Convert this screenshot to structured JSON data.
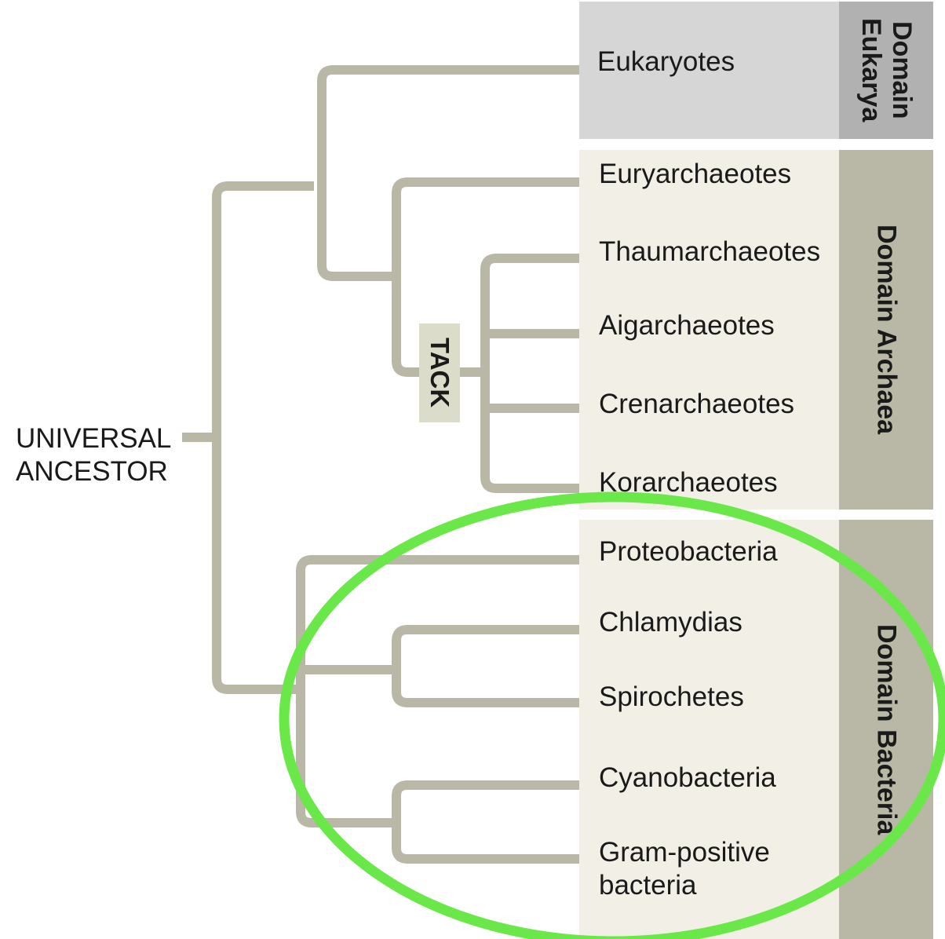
{
  "root_label": [
    "UNIVERSAL",
    "ANCESTOR"
  ],
  "clade_label": "TACK",
  "domains": {
    "eukarya": "Domain Eukarya",
    "archaea": "Domain Archaea",
    "bacteria": "Domain Bacteria"
  },
  "taxa": {
    "eukaryotes": "Eukaryotes",
    "euryarchaeotes": "Euryarchaeotes",
    "thaumarchaeotes": "Thaumarchaeotes",
    "aigarchaeotes": "Aigarchaeotes",
    "crenarchaeotes": "Crenarchaeotes",
    "korarchaeotes": "Korarchaeotes",
    "proteobacteria": "Proteobacteria",
    "chlamydias": "Chlamydias",
    "spirochetes": "Spirochetes",
    "cyanobacteria": "Cyanobacteria",
    "gram_positive": [
      "Gram-positive",
      "bacteria"
    ]
  },
  "colors": {
    "branch": "#b9b8a7",
    "eukarya_panel": "#d6d6d6",
    "eukarya_bar": "#b1b1b1",
    "panel": "#f2f0e6",
    "domain_bar": "#b9b8a7",
    "highlight": "#6ae84a"
  }
}
